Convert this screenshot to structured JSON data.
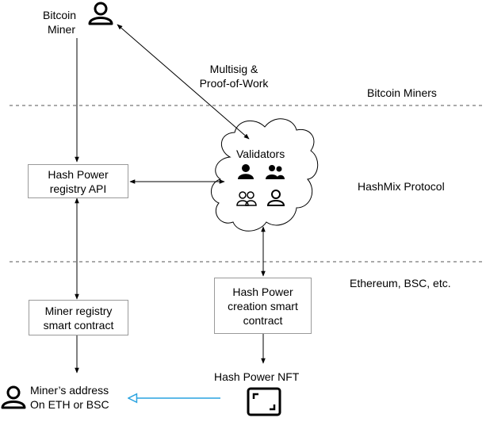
{
  "layers": {
    "bitcoin": "Bitcoin Miners",
    "hashmix": "HashMix Protocol",
    "ethereum": "Ethereum, BSC, etc."
  },
  "miner": {
    "line1": "Bitcoin",
    "line2": "Miner",
    "icon": "user-icon"
  },
  "edge_label": {
    "line1": "Multisig &",
    "line2": "Proof-of-Work"
  },
  "validators": {
    "title": "Validators",
    "icons": [
      "user-icon",
      "users-icon",
      "users-outline-icon",
      "user-outline-icon"
    ]
  },
  "registry_api": {
    "line1": "Hash Power",
    "line2": "registry API"
  },
  "miner_registry": {
    "line1": "Miner registry",
    "line2": "smart contract"
  },
  "creation_contract": {
    "line1": "Hash Power",
    "line2": "creation smart",
    "line3": "contract"
  },
  "nft": {
    "label": "Hash Power NFT",
    "icon": "frame-icon"
  },
  "miner_address": {
    "line1": "Miner’s address",
    "line2": "On ETH or BSC",
    "icon": "user-icon"
  },
  "colors": {
    "arrow": "#000000",
    "dashed": "#555555",
    "box_border": "#9a9a9a",
    "nft_arrow": "#29a3e0"
  }
}
